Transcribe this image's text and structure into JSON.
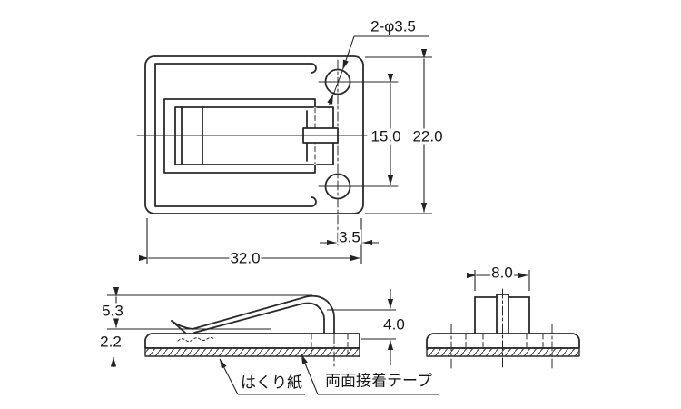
{
  "meta": {
    "description": "JIS-style technical drawing of an adhesive-backed cable clip mount, three orthographic views",
    "line_color": "#2a2a2a",
    "background_color": "#ffffff"
  },
  "top_view": {
    "hole_callout": "2-φ3.5",
    "hole_pitch": "15.0",
    "overall_height": "22.0",
    "overall_width": "32.0",
    "hole_edge_offset": "3.5"
  },
  "side_view": {
    "clip_height": "5.3",
    "base_thickness": "2.2",
    "clip_rear_height": "4.0",
    "release_paper_label": "はくり紙",
    "tape_label": "両面接着テープ"
  },
  "end_view": {
    "stem_width": "8.0"
  }
}
